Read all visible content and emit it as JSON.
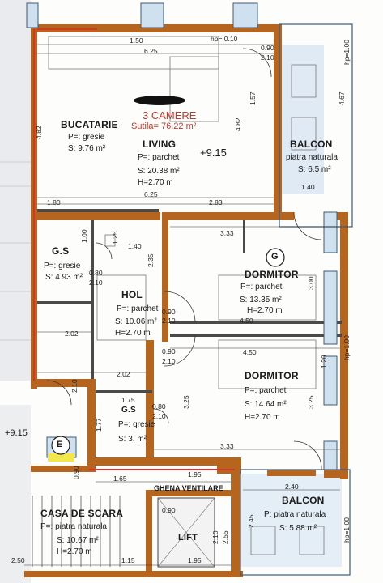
{
  "apartment": {
    "title": "3 CAMERE",
    "usable_area": "Sutila= 76.22 m²"
  },
  "elevation": {
    "apartment": "+9.15",
    "stair": "+9.15"
  },
  "markers": {
    "section_g": "G",
    "section_e": "E",
    "hp": "hp= 0.10"
  },
  "rooms": [
    {
      "name": "BUCATARIE",
      "floor": "P=: gresie",
      "area": "S: 9.76 m²",
      "height": ""
    },
    {
      "name": "LIVING",
      "floor": "P=: parchet",
      "area": "S: 20.38 m²",
      "height": "H=2.70 m"
    },
    {
      "name": "BALCON",
      "floor": "piatra naturala",
      "area": "S: 6.5 m²",
      "height": ""
    },
    {
      "name": "G.S",
      "floor": "P=: gresie",
      "area": "S: 4.93 m²",
      "height": ""
    },
    {
      "name": "HOL",
      "floor": "P=: parchet",
      "area": "S: 10.06 m²",
      "height": "H=2.70 m"
    },
    {
      "name": "DORMITOR",
      "floor": "P=: parchet",
      "area": "S: 13.35 m²",
      "height": "H=2.70 m"
    },
    {
      "name": "DORMITOR",
      "floor": "P=: parchet",
      "area": "S: 14.64 m²",
      "height": "H=2.70 m"
    },
    {
      "name": "G.S",
      "floor": "P=: gresie",
      "area": "S: 3. m²",
      "height": ""
    },
    {
      "name": "CASA DE SCARA",
      "floor": "P=: piatra naturala",
      "area": "S: 10.67 m²",
      "height": "H=2.70 m"
    },
    {
      "name": "BALCON",
      "floor": "P: piatra naturala",
      "area": "S: 5.88 m²",
      "height": ""
    },
    {
      "name": "LIFT",
      "floor": "",
      "area": "",
      "height": ""
    },
    {
      "name": "GHENA VENTILARE",
      "floor": "",
      "area": "",
      "height": ""
    }
  ],
  "dimensions": {
    "top_1_50": "1.50",
    "top_6_25": "6.25",
    "top_0_90": "0.90",
    "top_2_10": "2.10",
    "kit_4_82": "4.82",
    "liv_4_82": "4.82",
    "liv_1_57": "1.57",
    "bal_4_67": "4.67",
    "bal_1_40": "1.40",
    "liv_6_25": "6.25",
    "k_1_80": "1.80",
    "k_2_83": "2.83",
    "d_3_33": "3.33",
    "d_3_00": "3.00",
    "d_4_50a": "4.50",
    "d_4_50b": "4.50",
    "gs_1_00": "1.00",
    "gs_1_25": "1.25",
    "gs_0_80": "0.80",
    "gs_2_10": "2.10",
    "hol_1_40": "1.40",
    "hol_2_35": "2.35",
    "hol_2_02a": "2.02",
    "hol_2_02b": "2.02",
    "hol_0_90a": "0.90",
    "hol_2_10a": "2.10",
    "hol_0_90b": "0.90",
    "hol_2_10b": "2.10",
    "d2_1_20": "1.20",
    "d2_3_25": "3.25",
    "d2_3_25b": "3.25",
    "gs2_1_75": "1.75",
    "gs2_0_80": "0.80",
    "gs2_2_10": "2.10",
    "gs2_1_77": "1.77",
    "s_3_33": "3.33",
    "s_1_95": "1.95",
    "s_1_65": "1.65",
    "s_2_40": "2.40",
    "s_2_45": "2.45",
    "s_2_50": "2.50",
    "s_1_15": "1.15",
    "s_1_95b": "1.95",
    "s_2_10": "2.10",
    "s_0_90": "0.90",
    "s_2_55": "2.55",
    "e_2_10": "2.10",
    "e_0_90": "0.90",
    "hp_1_00a": "hp=1.00",
    "hp_1_00b": "hp=1.00",
    "hp_1_00c": "hp=1.00"
  },
  "colors": {
    "wall": "#b5651d",
    "plot_line": "#d9342b",
    "window": "#7fa8c9",
    "stair_hl": "#f2e84a"
  }
}
